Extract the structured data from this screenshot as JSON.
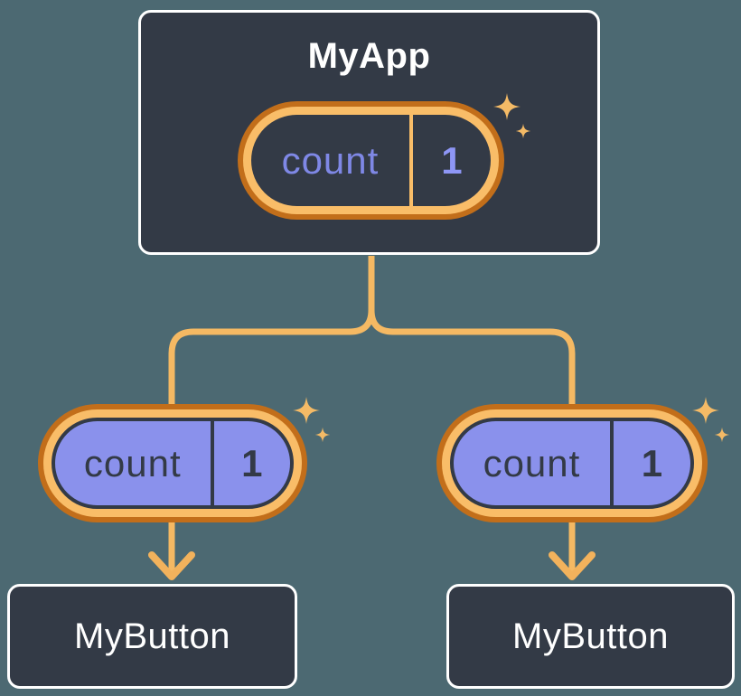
{
  "diagram_title": "component tree state diagram",
  "nodes": {
    "app": {
      "title": "MyApp"
    },
    "button_left": {
      "title": "MyButton"
    },
    "button_right": {
      "title": "MyButton"
    }
  },
  "pills": {
    "app": {
      "label": "count",
      "value": "1"
    },
    "left": {
      "label": "count",
      "value": "1"
    },
    "right": {
      "label": "count",
      "value": "1"
    }
  },
  "icons": [
    "sparkle-icon",
    "arrow-down-icon"
  ],
  "colors": {
    "background": "#4C6972",
    "node_fill": "#333A46",
    "node_border": "#FFFFFF",
    "pill_ring_dark": "#C26E1A",
    "pill_ring_light": "#F9BD68",
    "prop_pill_fill": "#8A91EC",
    "state_text": "#8E96F6",
    "connector": "#F5B963",
    "sparkle": "#F4BA66"
  }
}
